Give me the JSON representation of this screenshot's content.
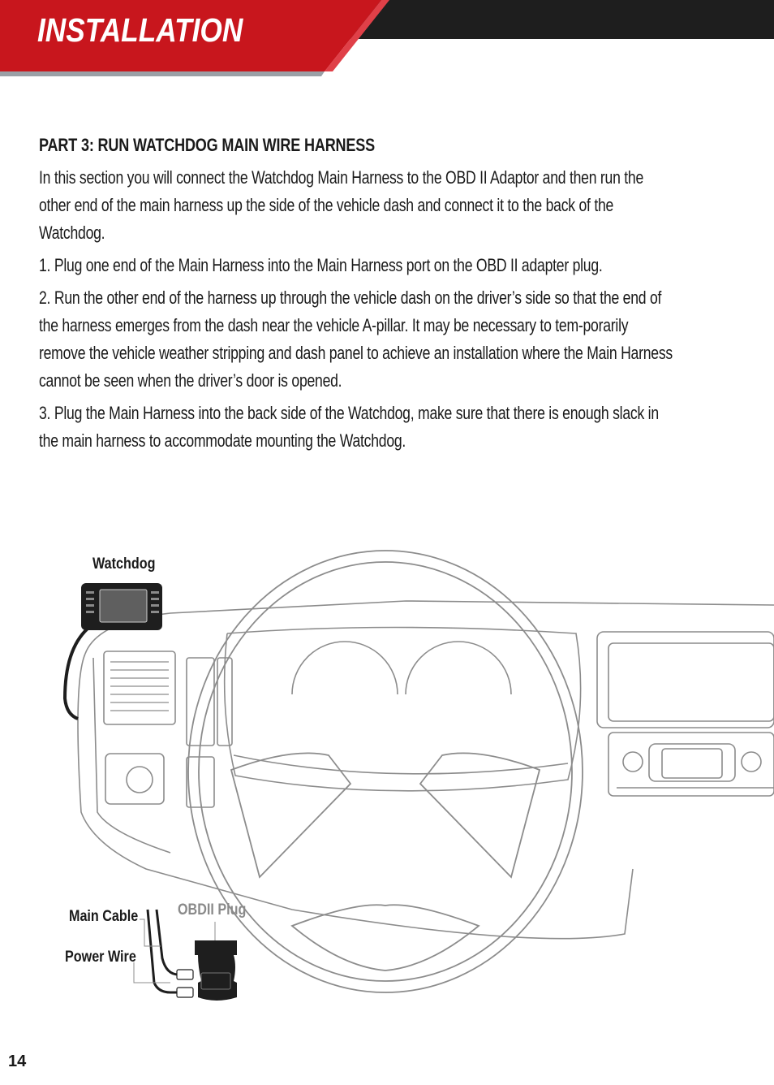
{
  "header": {
    "title": "INSTALLATION",
    "accent_color": "#c8161d",
    "bar_color": "#1e1e1e"
  },
  "section": {
    "heading": "PART 3: RUN WATCHDOG MAIN WIRE HARNESS",
    "paragraphs": [
      "In this section you will connect the Watchdog Main Harness to the OBD II Adaptor and then run the other end of the main harness up the side of the vehicle dash and connect it to the back of the Watchdog.",
      "1. Plug one end of the Main Harness into the Main Harness port on the OBD II adapter plug.",
      "2. Run the other end of the harness up through the vehicle dash on the driver’s side so that the end of the harness emerges from the dash near the vehicle A-pillar. It may be necessary to tem-porarily remove the vehicle weather stripping and dash panel to achieve an installation where the Main Harness cannot be seen when the driver’s door is opened.",
      "3. Plug the Main Harness into the back side of the Watchdog, make sure that there is enough slack in the main harness to accommodate mounting the Watchdog."
    ]
  },
  "figure": {
    "labels": {
      "watchdog": "Watchdog",
      "main_cable": "Main Cable",
      "power_wire": "Power Wire",
      "obdii_plug": "OBDII Plug"
    }
  },
  "page_number": "14"
}
